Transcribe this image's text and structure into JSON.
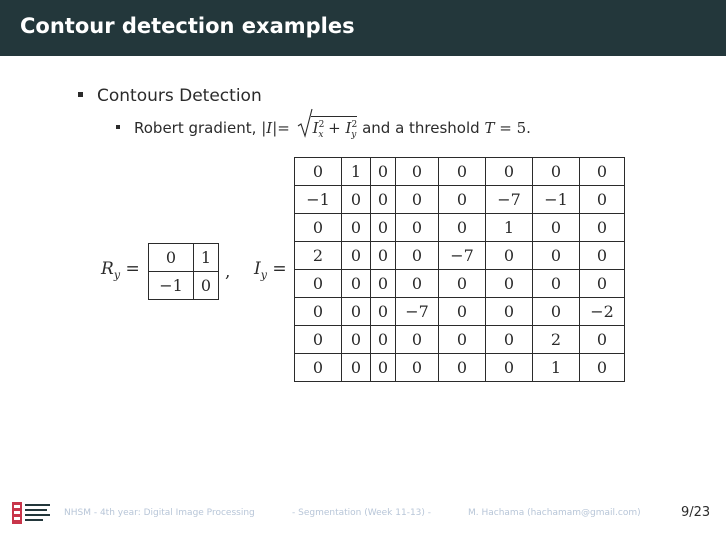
{
  "slide": {
    "title": "Contour detection examples",
    "bullet": "Contours Detection",
    "sub_bullet_prefix": "Robert gradient,",
    "sub_bullet_suffix": "and a threshold",
    "threshold_symbol": "T",
    "threshold_value": "= 5."
  },
  "ry_label": "R",
  "ry_sub": "y",
  "iy_label": "I",
  "iy_sub": "y",
  "ry_matrix": [
    [
      "0",
      "1"
    ],
    [
      "−1",
      "0"
    ]
  ],
  "iy_matrix": [
    [
      "0",
      "1",
      "0",
      "0",
      "0",
      "0",
      "0",
      "0"
    ],
    [
      "−1",
      "0",
      "0",
      "0",
      "0",
      "−7",
      "−1",
      "0"
    ],
    [
      "0",
      "0",
      "0",
      "0",
      "0",
      "1",
      "0",
      "0"
    ],
    [
      "2",
      "0",
      "0",
      "0",
      "−7",
      "0",
      "0",
      "0"
    ],
    [
      "0",
      "0",
      "0",
      "0",
      "0",
      "0",
      "0",
      "0"
    ],
    [
      "0",
      "0",
      "0",
      "−7",
      "0",
      "0",
      "0",
      "−2"
    ],
    [
      "0",
      "0",
      "0",
      "0",
      "0",
      "0",
      "2",
      "0"
    ],
    [
      "0",
      "0",
      "0",
      "0",
      "0",
      "0",
      "1",
      "0"
    ]
  ],
  "footer": {
    "course": "NHSM - 4th year: Digital Image Processing",
    "section": "- Segmentation (Week 11-13) -",
    "author": "M. Hachama (hachamam@gmail.com)",
    "page": "9/23"
  }
}
